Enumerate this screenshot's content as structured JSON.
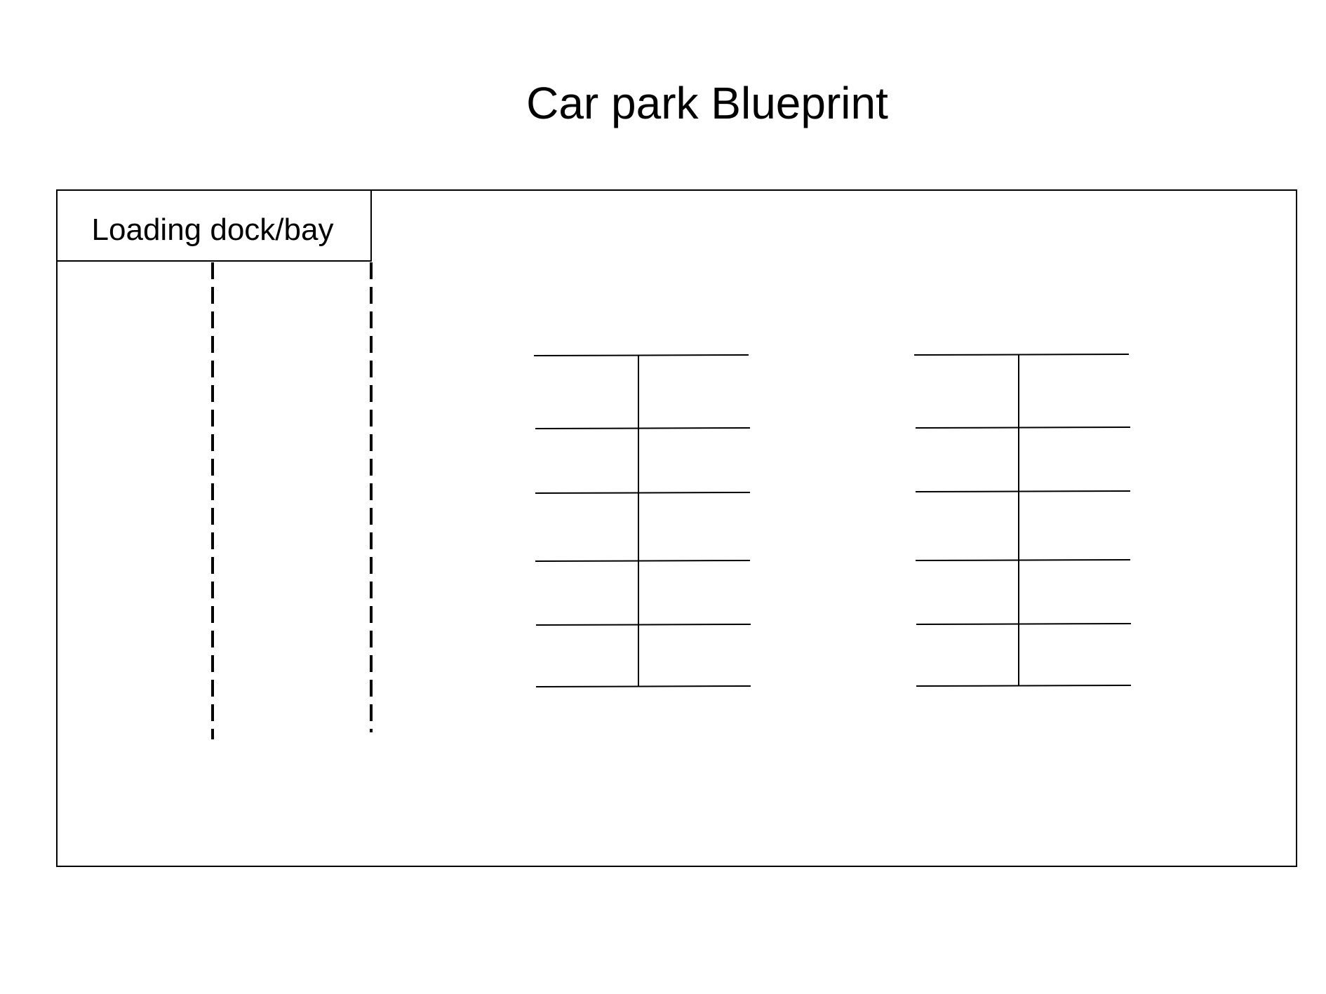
{
  "diagram": {
    "title": "Car park Blueprint",
    "loading_bay": {
      "label": "Loading dock/bay"
    },
    "parking_blocks": [
      {
        "rows": 5,
        "columns": 2
      },
      {
        "rows": 5,
        "columns": 2
      }
    ],
    "colors": {
      "stroke": "#000000",
      "background": "#ffffff"
    }
  }
}
